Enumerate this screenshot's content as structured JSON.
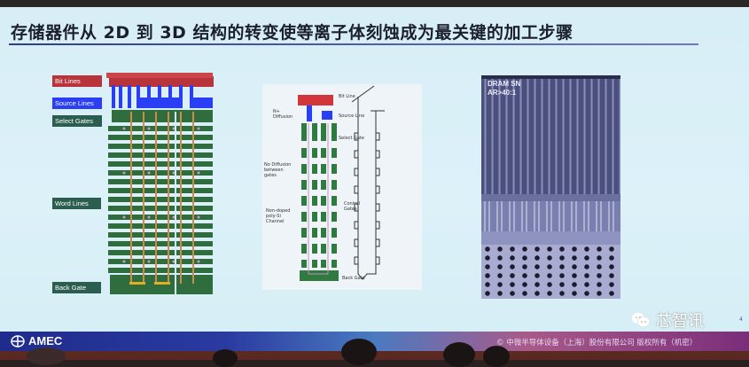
{
  "slide": {
    "title": "存储器件从 2D 到 3D 结构的转变使等离子体刻蚀成为最关键的加工步骤",
    "page_number": "4",
    "colors": {
      "background": "#d8eef6",
      "title_rule": "#2c3f8f",
      "bit_line": "#b8333a",
      "source_line": "#2a3ef5",
      "gate": "#2c5e4f"
    }
  },
  "stack_diagram": {
    "labels": {
      "bit_lines": "Bit Lines",
      "source_lines": "Source Lines",
      "select_gates": "Select Gates",
      "word_lines": "Word Lines",
      "back_gate": "Back Gate"
    }
  },
  "schematic": {
    "labels": {
      "bit_line": "Bit Line",
      "source_line": "Source Line",
      "n_diffusion": "N+ Diffusion",
      "select_gate": "Select Gate",
      "no_diffusion": "No Diffusion between gates",
      "control_gates": "Control Gates",
      "channel": "Non-doped poly-Si Channel",
      "back_gate": "Back Gate"
    }
  },
  "sem_image": {
    "line1": "DRAM SN",
    "line2": "AR>40:1"
  },
  "footer": {
    "logo_text": "AMEC",
    "copyright": "© 中微半导体设备（上海）股份有限公司 版权所有（机密）"
  },
  "watermark": {
    "icon": "wechat-icon",
    "text": "芯智讯"
  }
}
